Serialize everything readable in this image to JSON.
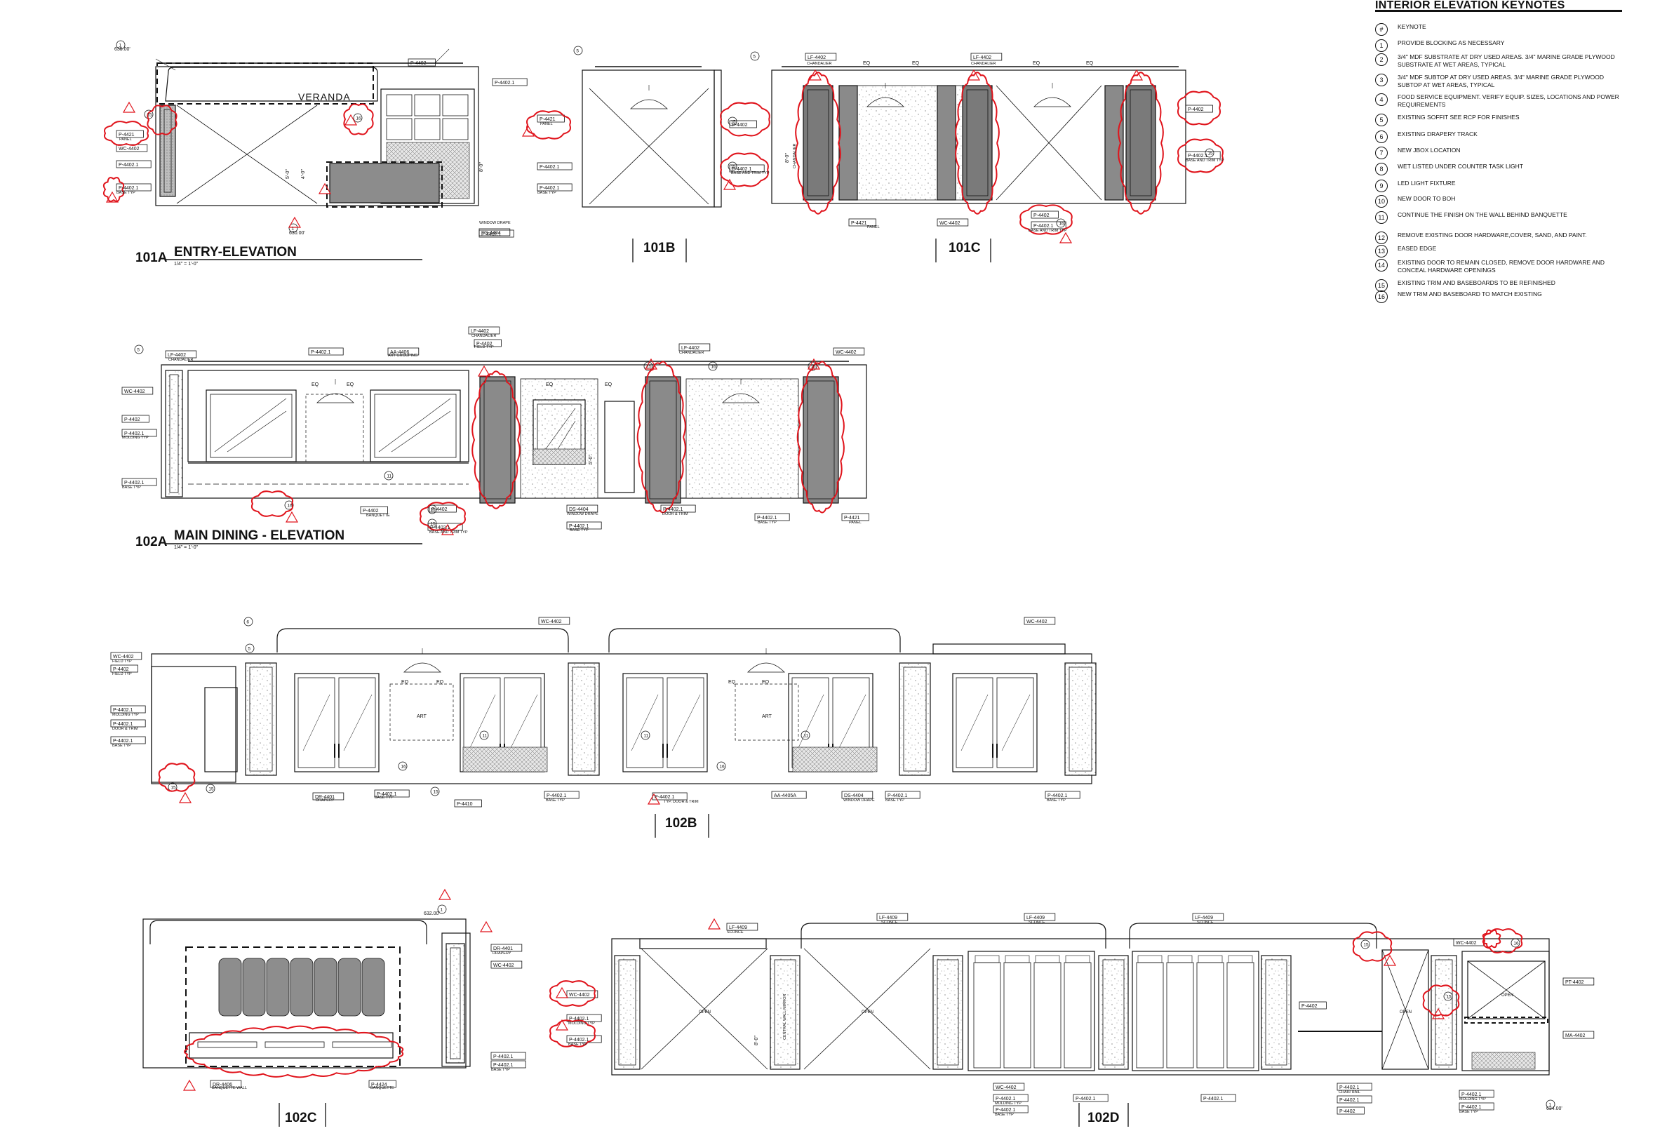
{
  "keynotes": {
    "title": "INTERIOR ELEVATION KEYNOTES",
    "header_symbol": "#",
    "header_label": "KEYNOTE",
    "items": [
      {
        "num": "1",
        "text": "PROVIDE BLOCKING AS NECESSARY"
      },
      {
        "num": "2",
        "text": "3/4\" MDF SUBSTRATE AT DRY USED AREAS. 3/4\" MARINE GRADE PLYWOOD SUBSTRATE AT WET AREAS, TYPICAL"
      },
      {
        "num": "3",
        "text": "3/4\" MDF SUBTOP AT DRY USED AREAS. 3/4\" MARINE GRADE PLYWOOD SUBTOP AT WET AREAS, TYPICAL"
      },
      {
        "num": "4",
        "text": "FOOD SERVICE EQUIPMENT. VERIFY EQUIP. SIZES, LOCATIONS AND POWER REQUIREMENTS"
      },
      {
        "num": "5",
        "text": "EXISTING SOFFIT SEE RCP FOR FINISHES"
      },
      {
        "num": "6",
        "text": "EXISTING DRAPERY TRACK"
      },
      {
        "num": "7",
        "text": "NEW JBOX  LOCATION"
      },
      {
        "num": "8",
        "text": "WET LISTED UNDER COUNTER TASK LIGHT"
      },
      {
        "num": "9",
        "text": "LED LIGHT FIXTURE"
      },
      {
        "num": "10",
        "text": "NEW DOOR TO BOH"
      },
      {
        "num": "11",
        "text": "CONTINUE THE FINISH ON THE WALL BEHIND BANQUETTE"
      },
      {
        "num": "12",
        "text": "REMOVE EXISTING DOOR HARDWARE,COVER, SAND, AND PAINT."
      },
      {
        "num": "13",
        "text": "EASED EDGE"
      },
      {
        "num": "14",
        "text": "EXISTING DOOR TO REMAIN CLOSED, REMOVE DOOR HARDWARE AND CONCEAL HARDWARE OPENINGS"
      },
      {
        "num": "15",
        "text": "EXISTING TRIM AND BASEBOARDS TO BE REFINISHED"
      },
      {
        "num": "16",
        "text": "NEW TRIM AND BASEBOARD TO MATCH EXISTING"
      }
    ]
  },
  "views": {
    "v101a": {
      "id": "101A",
      "title": "ENTRY-ELEVATION",
      "scale": "1/4\" = 1'-0\"",
      "sign": "VERANDA",
      "dim1": "5'-0\"",
      "dim2": "4'-0\"",
      "dim3": "8'-0\"",
      "elev_top": "635.00'",
      "elev_bot": "630.00'"
    },
    "v101b": {
      "id": "101B"
    },
    "v101c": {
      "id": "101C",
      "dim": "8'-0\"",
      "chandelier_label": "CHANDALIER"
    },
    "v102a": {
      "id": "102A",
      "title": "MAIN DINING - ELEVATION",
      "scale": "1/4\" = 1'-0\"",
      "dim": "5'-0\""
    },
    "v102b": {
      "id": "102B",
      "art": "ART"
    },
    "v102c": {
      "id": "102C",
      "elev": "632.00'"
    },
    "v102d": {
      "id": "102D",
      "elev": "634.00'",
      "open": "OPEN",
      "dim": "8'-0\"",
      "mirror_label": "CENTRAL WALL MIRROR"
    }
  },
  "tags": {
    "p4402": "P-4402",
    "p44021": "P-4402.1",
    "p4421": "P-4421",
    "wc4402": "WC-4402",
    "lf4402": "LF-4402",
    "lf4409": "LF-4409",
    "aa4406": "AA-4406",
    "aa4405a": "AA-4405A",
    "ds4404": "DS-4404",
    "dr4401": "DR-4401",
    "dr4406": "DR-4406",
    "p4410": "P-4410",
    "p4424": "P-4424",
    "pt4402": "PT-4402",
    "ma4402": "MA-4402"
  },
  "notes": {
    "panel": "PANEL",
    "base_typ": "BASE TYP",
    "base_and_trim_typ": "BASE AND TRIM TYP",
    "window_drape": "WINDOW DRAPE",
    "chandalier": "CHANDALIER",
    "molding_typ": "MOLDING TYP",
    "art_grouping": "ART GROUPING",
    "banquette": "BANQUETTE",
    "field_typ": "FIELD TYP",
    "door_trim": "DOOR & TRIM",
    "drapery": "DRAPERY",
    "typ_door_trim": "TYP. DOOR & TRIM",
    "sconce": "SCONCE",
    "chair_rail": "CHAIR RAIL",
    "banquette_wall": "BANQUETTE WALL",
    "eq": "EQ"
  },
  "colors": {
    "ink": "#111111",
    "redline": "#e0141c",
    "grey_panel": "#8a8a8a",
    "dark_panel": "#555555"
  }
}
